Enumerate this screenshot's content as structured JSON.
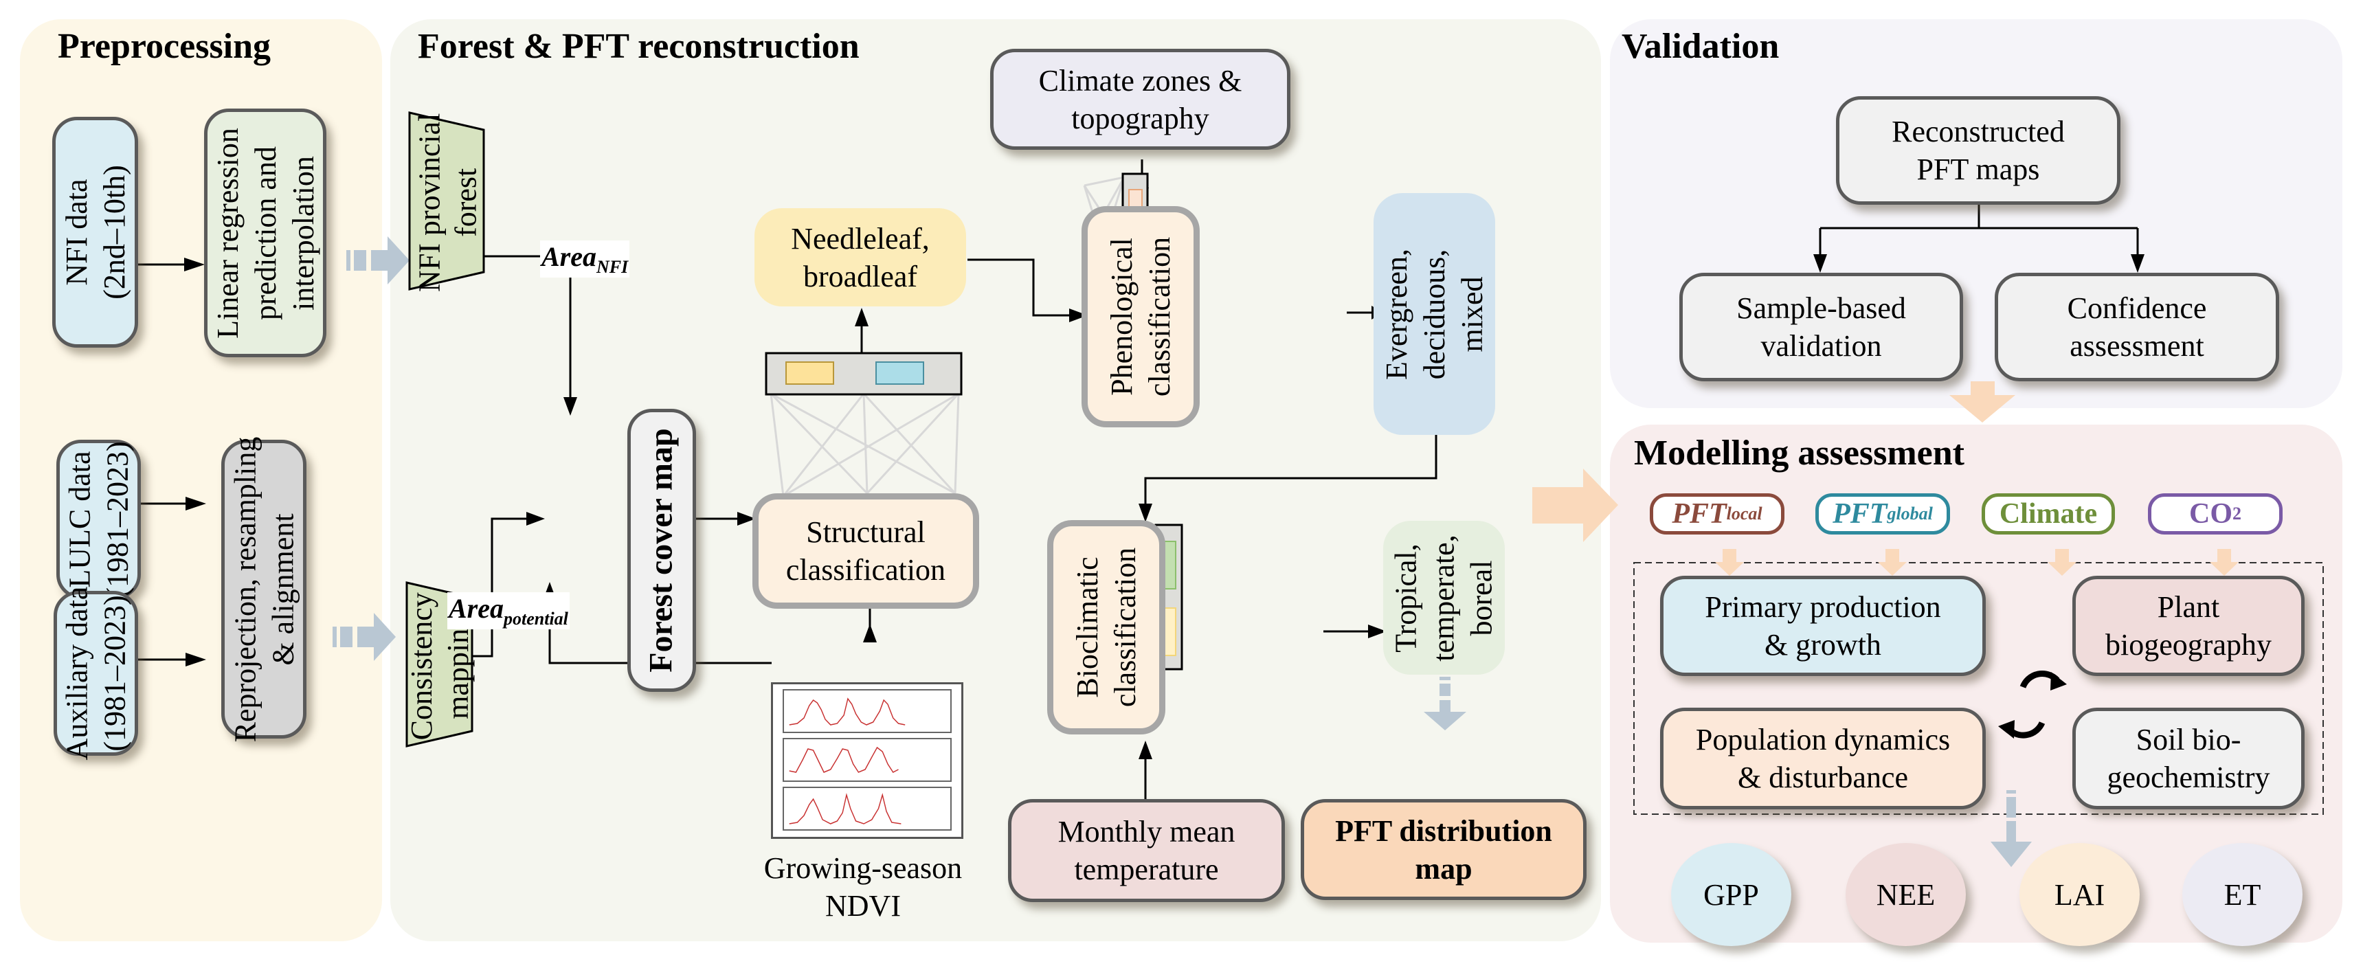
{
  "panels": {
    "preprocessing": {
      "title": "Preprocessing",
      "nfi_data": [
        "NFI data",
        "(2nd–10th)"
      ],
      "linear_regression": [
        "Linear regression",
        "prediction and",
        "interpolation"
      ],
      "lulc_data": [
        "LULC data",
        "(1981–2023)"
      ],
      "auxiliary_data": [
        "Auxiliary data",
        "(1981–2023)"
      ],
      "reprojection": [
        "Reprojection, resampling",
        "& alignment"
      ]
    },
    "forest": {
      "title": "Forest & PFT reconstruction",
      "nfi_provincial": [
        "NFI provincial",
        "forest"
      ],
      "consistency_mapping": [
        "Consistency",
        "mapping"
      ],
      "area_nfi": {
        "base": "Area",
        "sub": "NFI"
      },
      "area_potential": {
        "base": "Area",
        "sub": "potential"
      },
      "forest_cover_map": "Forest cover map",
      "needleleaf": [
        "Needleleaf,",
        "broadleaf"
      ],
      "structural": [
        "Structural",
        "classification"
      ],
      "ndvi_label": [
        "Growing-season",
        "NDVI"
      ],
      "climate_zones": [
        "Climate zones &",
        "topography"
      ],
      "phenological": [
        "Phenological",
        "classification"
      ],
      "evergreen": [
        "Evergreen,",
        "deciduous,",
        "mixed"
      ],
      "bioclimatic": [
        "Bioclimatic",
        "classification"
      ],
      "tropical": [
        "Tropical,",
        "temperate,",
        "boreal"
      ],
      "monthly_temp": [
        "Monthly mean",
        "temperature"
      ],
      "pft_map": [
        "PFT distribution",
        "map"
      ]
    },
    "validation": {
      "title": "Validation",
      "reconstructed": [
        "Reconstructed",
        "PFT maps"
      ],
      "sample_based": [
        "Sample-based",
        "validation"
      ],
      "confidence": [
        "Confidence",
        "assessment"
      ]
    },
    "modelling": {
      "title": "Modelling assessment",
      "inputs": [
        {
          "base": "PFT",
          "sub": "local",
          "italic": true,
          "color": "#8b4a3c"
        },
        {
          "base": "PFT",
          "sub": "global",
          "italic": true,
          "color": "#2e8a9e"
        },
        {
          "base": "Climate",
          "sub": "",
          "italic": false,
          "color": "#6e8f3a"
        },
        {
          "base": "CO",
          "sub": "2",
          "italic": false,
          "color": "#7a5aa6"
        }
      ],
      "processes": {
        "primary": [
          "Primary production",
          "& growth"
        ],
        "plant": [
          "Plant",
          "biogeography"
        ],
        "population": [
          "Population dynamics",
          "& disturbance"
        ],
        "soil": [
          "Soil bio-",
          "geochemistry"
        ]
      },
      "outputs": [
        "GPP",
        "NEE",
        "LAI",
        "ET"
      ]
    }
  },
  "colors": {
    "preprocessing_bg": "#fdf7e7",
    "forest_bg": "#f5f6ef",
    "validation_bg": "#f5f4f9",
    "modelling_bg": "#f8eded",
    "data_blue": "#daedf3",
    "process_green": "#e7efdf",
    "process_gray": "#d6d6d6",
    "trapezoid_green": "#d7e3c0",
    "needleleaf_yellow": "#fcecb9",
    "classification_bg": "#fdf0e0",
    "evergreen_blue": "#d2e3ef",
    "tropical_green": "#e6efdf",
    "monthly_pink": "#f0dcdb",
    "pft_orange": "#fad8ba",
    "climate_lavender": "#ecebf3",
    "accent_arrow_gray": "#b9c7d3",
    "accent_arrow_orange": "#fad9bb",
    "ndvi_line": "#c83030"
  }
}
